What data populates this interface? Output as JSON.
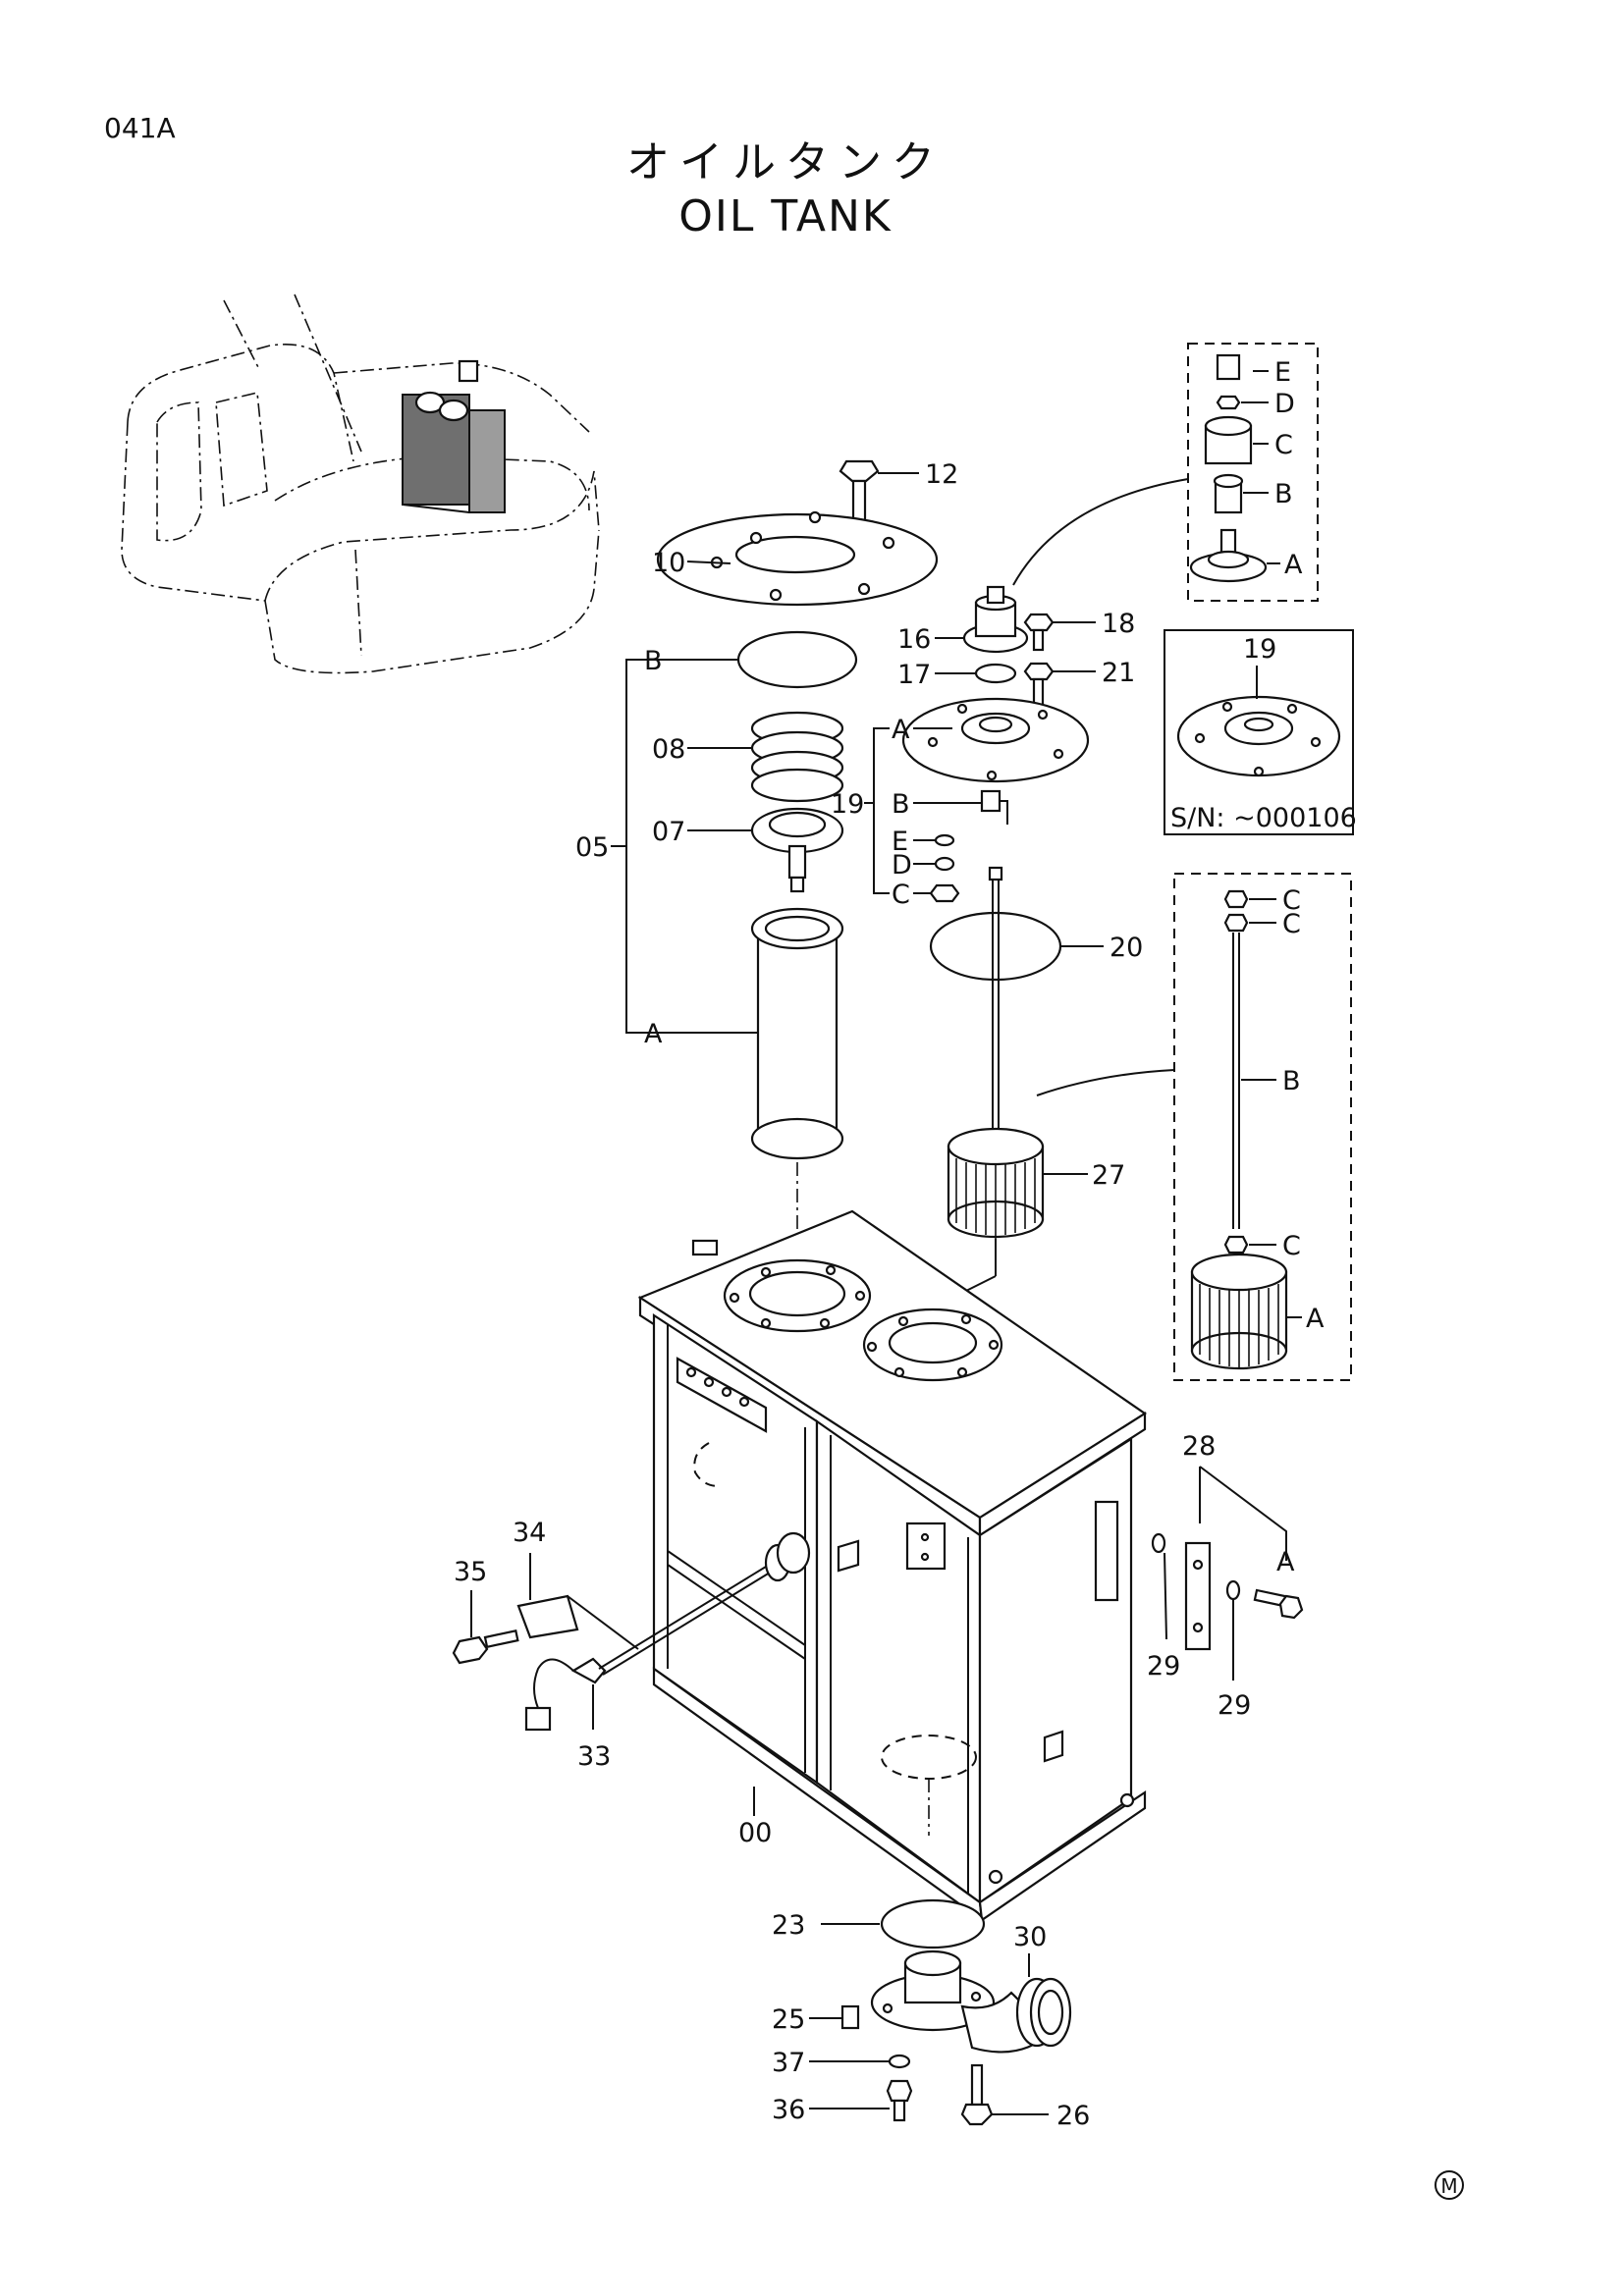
{
  "page_code": "041A",
  "title_jp": "オイルタンク",
  "title_en": "OIL TANK",
  "serial_note": "S/N: ~000106",
  "mark": "M",
  "labels": {
    "p00": "00",
    "p05": "05",
    "p07": "07",
    "p08": "08",
    "p10": "10",
    "p12": "12",
    "p16": "16",
    "p17": "17",
    "p18": "18",
    "p19": "19",
    "p19b": "19",
    "p20": "20",
    "p21": "21",
    "p23": "23",
    "p25": "25",
    "p26": "26",
    "p27": "27",
    "p28": "28",
    "p29a": "29",
    "p29b": "29",
    "p30": "30",
    "p33": "33",
    "p34": "34",
    "p35": "35",
    "p36": "36",
    "p37": "37",
    "s05A": "A",
    "s05B": "B",
    "s19A": "A",
    "s19B": "B",
    "s19C": "C",
    "s19D": "D",
    "s19E": "E",
    "kA": "A",
    "kB": "B",
    "kC": "C",
    "kD": "D",
    "kE": "E",
    "fA": "A",
    "fB": "B",
    "fC1": "C",
    "fC2": "C",
    "fC3": "C",
    "s28A": "A"
  }
}
